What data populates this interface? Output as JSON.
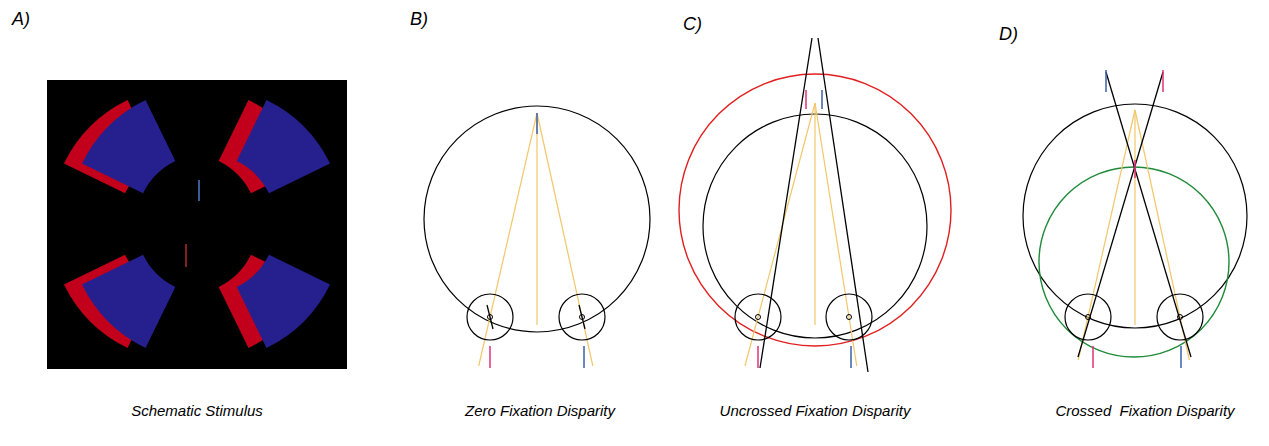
{
  "diagram": {
    "labels": [
      "A)",
      "B)",
      "C)",
      "D)",
      "Schematic Stimulus",
      "Zero Fixation Disparity",
      "Uncrossed Fixation Disparity",
      "Crossed  Fixation Disparity"
    ]
  }
}
